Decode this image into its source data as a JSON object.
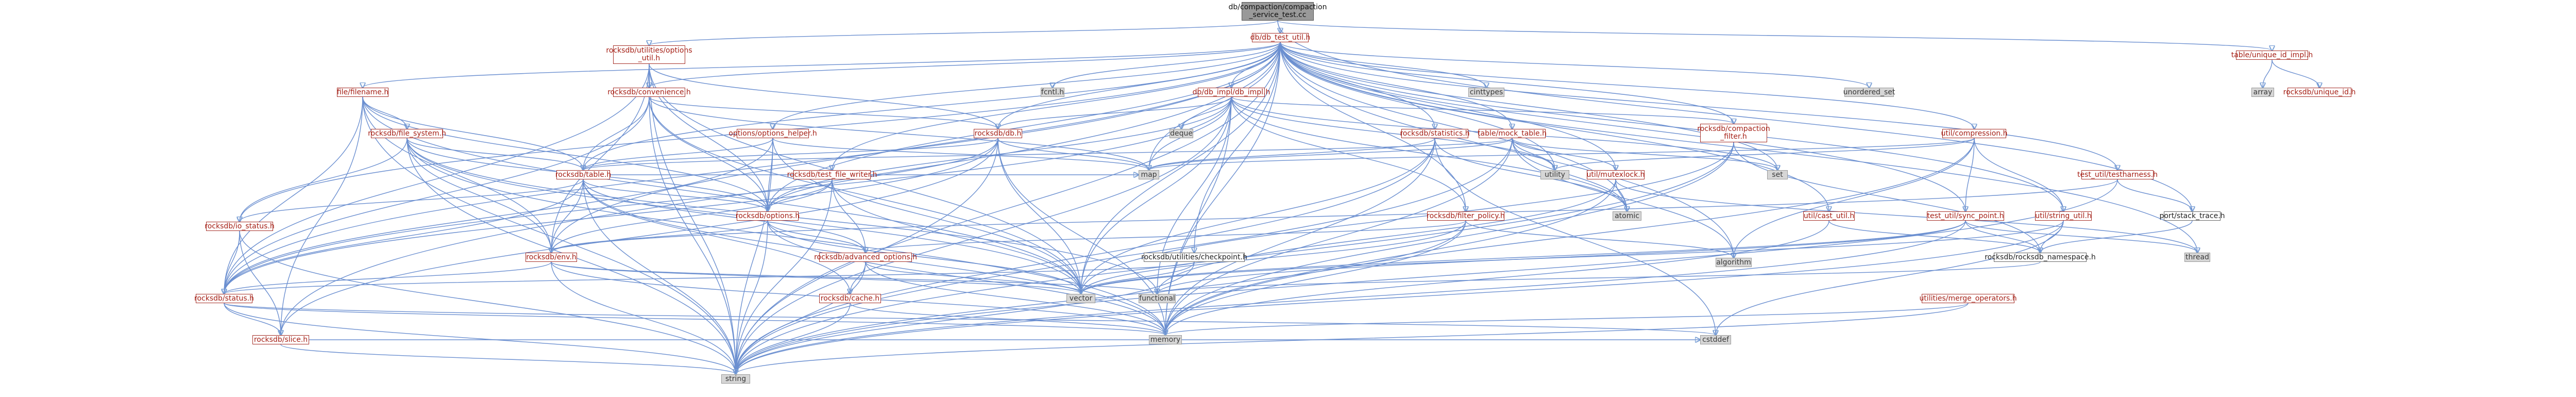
{
  "graph": {
    "title": "include dependency graph",
    "root": "db/compaction/compaction\n_service_test.cc",
    "nodes": {
      "db_test_util": "db/db_test_util.h",
      "utilities_options_util": "rocksdb/utilities/options\n_util.h",
      "unique_id_impl": "table/unique_id_impl.h",
      "file_filename": "file/filename.h",
      "convenience": "rocksdb/convenience.h",
      "db_impl": "db/db_impl/db_impl.h",
      "rocksdb_db": "rocksdb/db.h",
      "fcntl": "fcntl.h",
      "cinttypes": "cinttypes",
      "unordered_set": "unordered_set",
      "file_system": "rocksdb/file_system.h",
      "options_helper": "options/options_helper.h",
      "statistics": "rocksdb/statistics.h",
      "mock_table": "table/mock_table.h",
      "compaction_filter": "rocksdb/compaction\n_filter.h",
      "compression": "util/compression.h",
      "array": "array",
      "unique_id": "rocksdb/unique_id.h",
      "deque": "deque",
      "table_h": "rocksdb/table.h",
      "test_file_writer": "rocksdb/test_file_writer.h",
      "map": "map",
      "utility": "utility",
      "set": "set",
      "mutexlock": "util/mutexlock.h",
      "testharness": "test_util/testharness.h",
      "io_status": "rocksdb/io_status.h",
      "options_h": "rocksdb/options.h",
      "atomic": "atomic",
      "filter_policy": "rocksdb/filter_policy.h",
      "cast_util": "util/cast_util.h",
      "sync_point": "test_util/sync_point.h",
      "string_util": "util/string_util.h",
      "stack_trace": "port/stack_trace.h",
      "env": "rocksdb/env.h",
      "advanced_options": "rocksdb/advanced_options.h",
      "checkpoint": "rocksdb/utilities/checkpoint.h",
      "algorithm": "algorithm",
      "rocksdb_namespace": "rocksdb/rocksdb_namespace.h",
      "thread": "thread",
      "status": "rocksdb/status.h",
      "functional": "functional",
      "vector": "vector",
      "cache": "rocksdb/cache.h",
      "merge_operators": "utilities/merge_operators.h",
      "slice": "rocksdb/slice.h",
      "memory": "memory",
      "cstddef": "cstddef",
      "string": "string"
    }
  },
  "colors": {
    "edge": "#7ba1d6",
    "node_border": "#a62f27",
    "node_text": "#a51f15",
    "system_fill": "#d6d6d6",
    "root_fill": "#999999"
  }
}
